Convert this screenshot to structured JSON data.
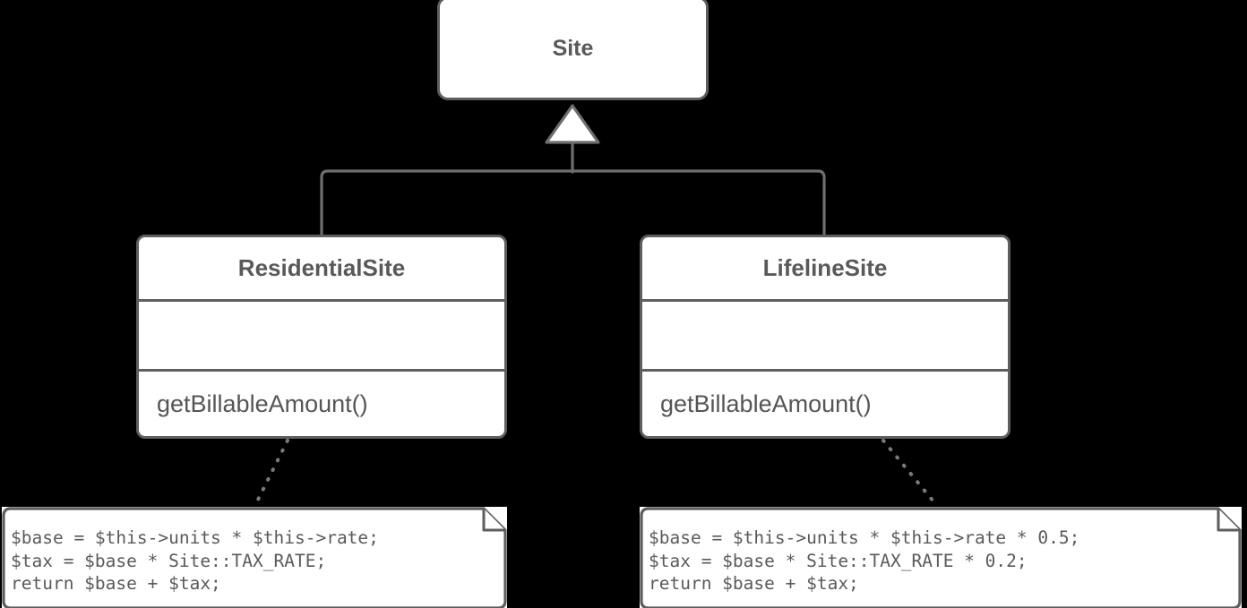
{
  "diagram": {
    "type": "uml-class-diagram",
    "background_color": "#000000",
    "line_color": "#6e6e6e",
    "box_border_color": "#5e5e5e",
    "box_fill_color": "#ffffff",
    "text_color": "#595959",
    "code_text_color": "#5a5a5a"
  },
  "classes": {
    "site": {
      "name": "Site",
      "attributes": [],
      "operations": []
    },
    "residential": {
      "name": "ResidentialSite",
      "attributes": [],
      "operations": [
        "getBillableAmount()"
      ]
    },
    "lifeline": {
      "name": "LifelineSite",
      "attributes": [],
      "operations": [
        "getBillableAmount()"
      ]
    }
  },
  "notes": {
    "residential": {
      "lines": [
        "$base = $this->units * $this->rate;",
        "$tax = $base * Site::TAX_RATE;",
        "return $base + $tax;"
      ],
      "text": "$base = $this->units * $this->rate;\n$tax = $base * Site::TAX_RATE;\nreturn $base + $tax;"
    },
    "lifeline": {
      "lines": [
        "$base = $this->units * $this->rate * 0.5;",
        "$tax = $base * Site::TAX_RATE * 0.2;",
        "return $base + $tax;"
      ],
      "text": "$base = $this->units * $this->rate * 0.5;\n$tax = $base * Site::TAX_RATE * 0.2;\nreturn $base + $tax;"
    }
  },
  "relationships": [
    {
      "kind": "generalization",
      "from": "ResidentialSite",
      "to": "Site"
    },
    {
      "kind": "generalization",
      "from": "LifelineSite",
      "to": "Site"
    },
    {
      "kind": "note-link",
      "from": "note-residential",
      "to": "ResidentialSite"
    },
    {
      "kind": "note-link",
      "from": "note-lifeline",
      "to": "LifelineSite"
    }
  ]
}
